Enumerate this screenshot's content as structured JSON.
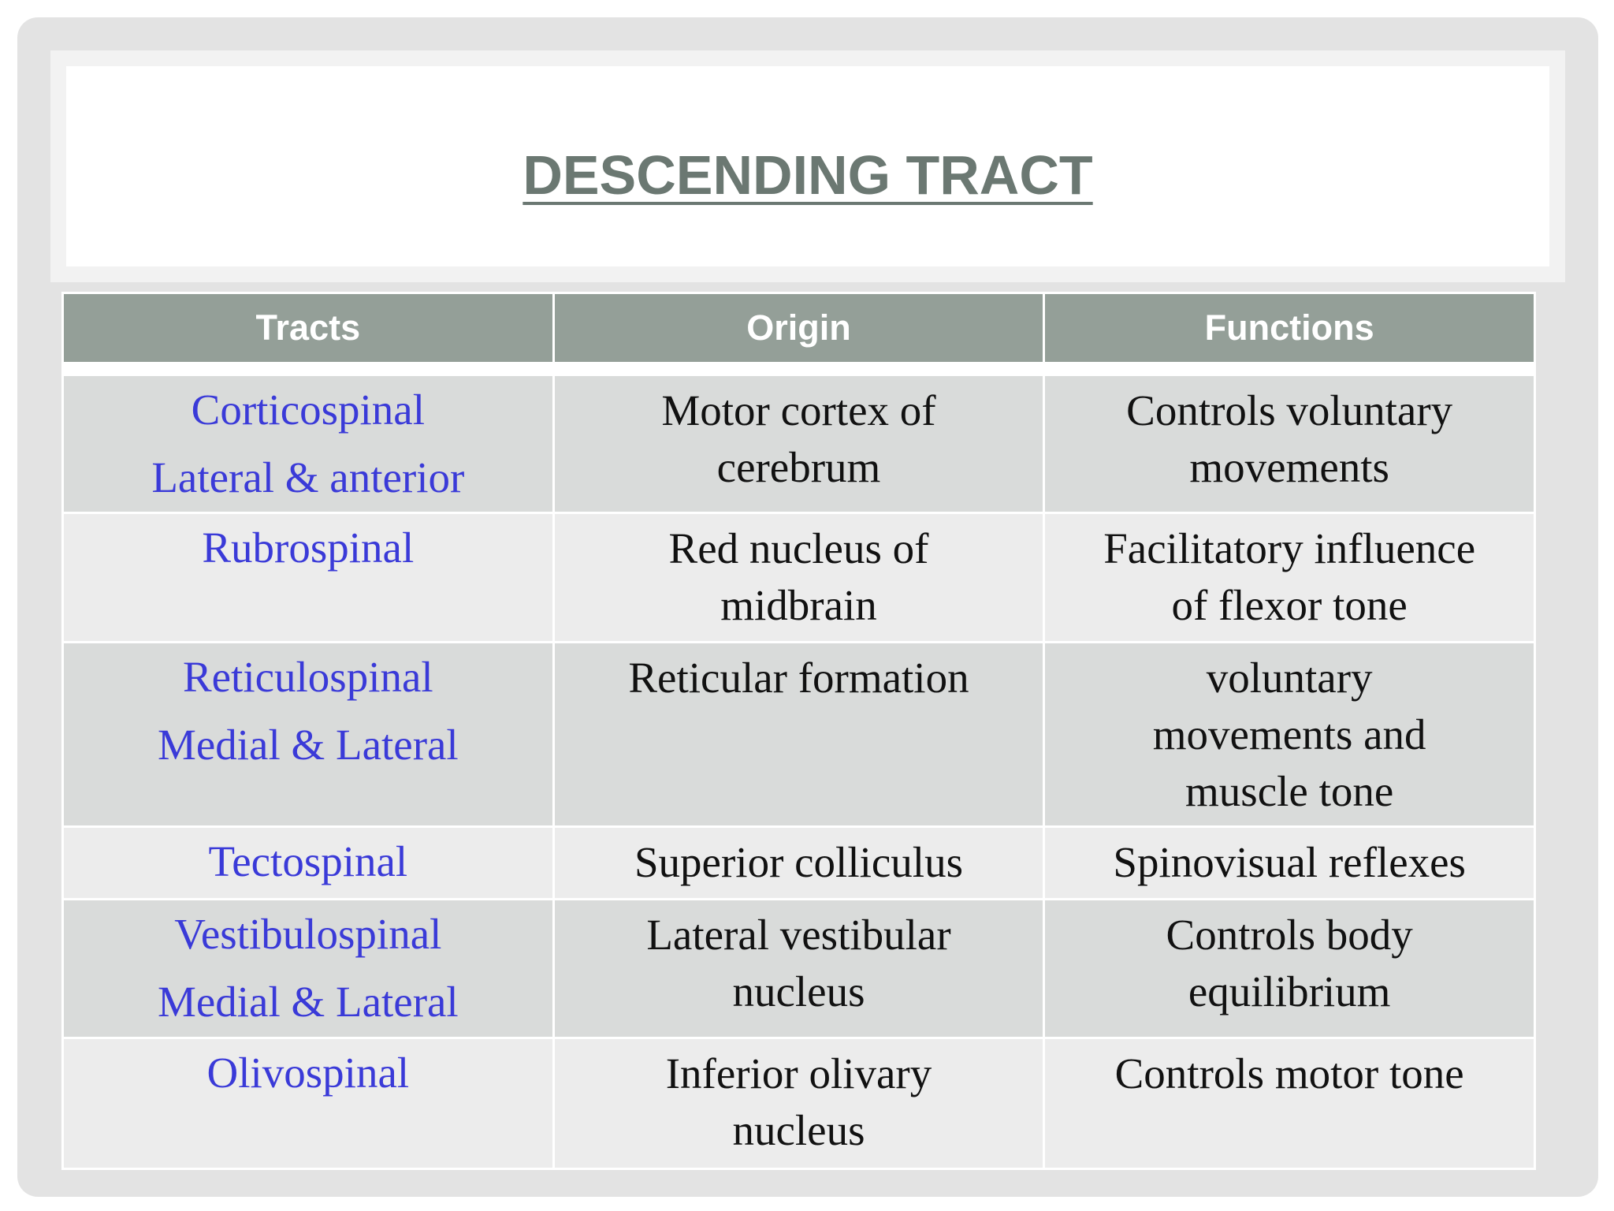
{
  "title": "DESCENDING TRACT",
  "table": {
    "headers": [
      "Tracts",
      "Origin",
      "Functions"
    ],
    "rows": [
      {
        "tract": [
          "Corticospinal",
          "Lateral & anterior"
        ],
        "origin": [
          "Motor cortex of",
          "cerebrum"
        ],
        "functions": [
          "Controls voluntary",
          "movements"
        ]
      },
      {
        "tract": [
          "Rubrospinal"
        ],
        "origin": [
          "Red nucleus of",
          "midbrain"
        ],
        "functions": [
          "Facilitatory influence",
          "of flexor tone"
        ]
      },
      {
        "tract": [
          "Reticulospinal",
          "Medial & Lateral"
        ],
        "origin": [
          "Reticular formation"
        ],
        "functions": [
          "voluntary",
          "movements and",
          "muscle tone"
        ]
      },
      {
        "tract": [
          "Tectospinal"
        ],
        "origin": [
          "Superior colliculus"
        ],
        "functions": [
          "Spinovisual reflexes"
        ]
      },
      {
        "tract": [
          "Vestibulospinal",
          "Medial & Lateral"
        ],
        "origin": [
          "Lateral vestibular",
          "nucleus"
        ],
        "functions": [
          "Controls body",
          "equilibrium"
        ]
      },
      {
        "tract": [
          "Olivospinal"
        ],
        "origin": [
          "Inferior olivary",
          "nucleus"
        ],
        "functions": [
          "Controls motor tone"
        ]
      }
    ]
  },
  "colors": {
    "title": "#6b7872",
    "header_bg": "#949f98",
    "tract_text": "#3a3ad8",
    "row_dark": "#d9dbda",
    "row_light": "#ececec"
  }
}
